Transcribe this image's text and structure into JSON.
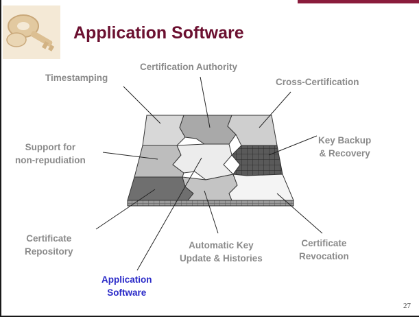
{
  "slide": {
    "title": "Application Software",
    "page_number": "27"
  },
  "labels": {
    "timestamping": "Timestamping",
    "certification_authority": "Certification Authority",
    "cross_certification": "Cross-Certification",
    "support_line1": "Support for",
    "support_line2": "non-repudiation",
    "key_backup_line1": "Key Backup",
    "key_backup_line2": "& Recovery",
    "cert_repo_line1": "Certificate",
    "cert_repo_line2": "Repository",
    "auto_key_line1": "Automatic Key",
    "auto_key_line2": "Update & Histories",
    "cert_revoc_line1": "Certificate",
    "cert_revoc_line2": "Revocation",
    "app_soft_line1": "Application",
    "app_soft_line2": "Software"
  },
  "colors": {
    "title": "#6b1030",
    "accent": "#8a1c3c",
    "label": "#8a8a8a",
    "highlight": "#2a2ac8"
  },
  "icons": {
    "logo": "keys-icon"
  }
}
